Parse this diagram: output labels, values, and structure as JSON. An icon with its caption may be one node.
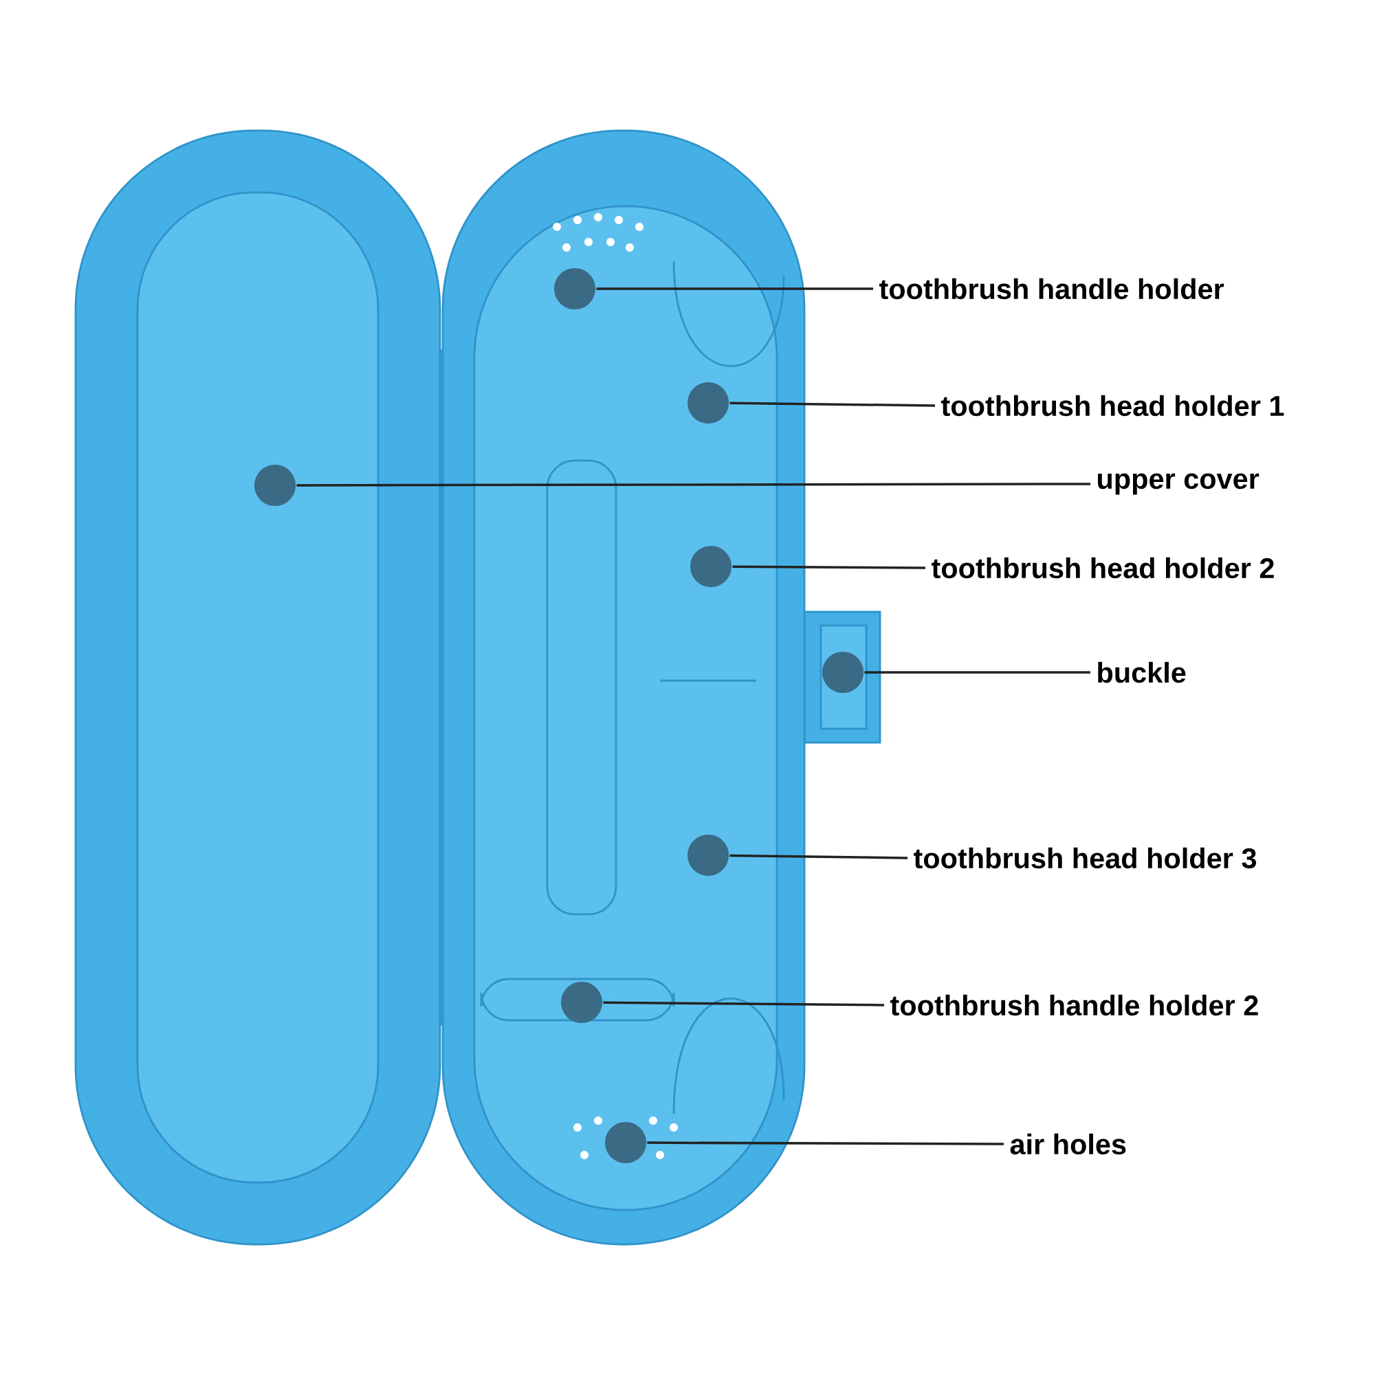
{
  "diagram": {
    "nodes": [
      {
        "text": [
          "toothbrush handle holder"
        ]
      },
      {
        "text": [
          "toothbrush head holder 1"
        ]
      },
      {
        "text": [
          "upper cover"
        ]
      },
      {
        "text": [
          "toothbrush head holder 2"
        ]
      },
      {
        "text": [
          "buckle"
        ]
      },
      {
        "text": [
          "toothbrush head holder 3"
        ]
      },
      {
        "text": [
          "toothbrush handle holder 2"
        ]
      },
      {
        "text": [
          "air holes"
        ]
      },
      {
        "text": [],
        "shape": "circle"
      },
      {
        "text": [],
        "shape": "circle"
      },
      {
        "text": [],
        "shape": "circle"
      },
      {
        "text": [],
        "shape": "circle"
      },
      {
        "text": [],
        "shape": "circle"
      },
      {
        "text": [],
        "shape": "circle"
      },
      {
        "text": [],
        "shape": "circle"
      },
      {
        "text": [],
        "shape": "circle"
      }
    ],
    "edges": [
      {
        "from": 0,
        "to": 8,
        "arrow": "none"
      },
      {
        "from": 1,
        "to": 9,
        "arrow": "none"
      },
      {
        "from": 2,
        "to": 10,
        "arrow": "none"
      },
      {
        "from": 3,
        "to": 11,
        "arrow": "none"
      },
      {
        "from": 4,
        "to": 12,
        "arrow": "none"
      },
      {
        "from": 5,
        "to": 13,
        "arrow": "none"
      },
      {
        "from": 6,
        "to": 14,
        "arrow": "none"
      },
      {
        "from": 7,
        "to": 15,
        "arrow": "none"
      }
    ]
  }
}
